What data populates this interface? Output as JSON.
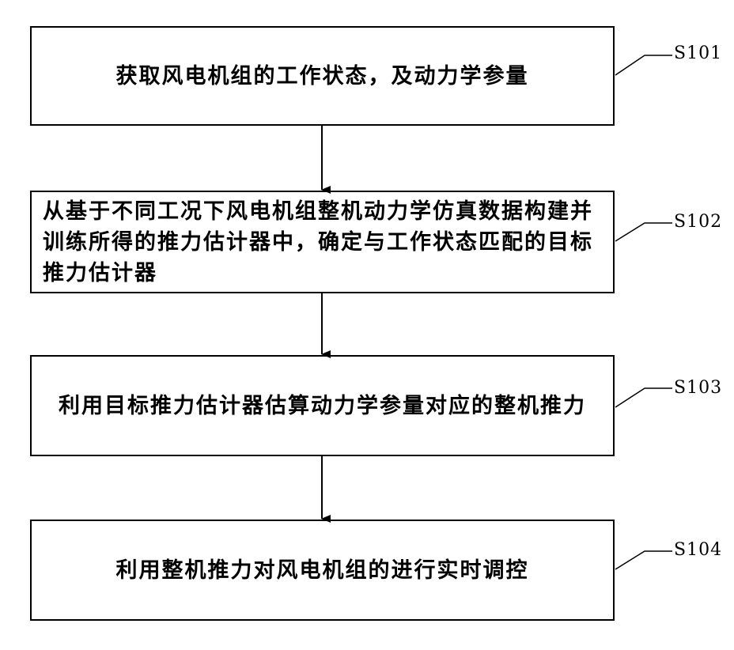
{
  "steps": [
    {
      "id": "S101",
      "text": "获取风电机组的工作状态，及动力学参量"
    },
    {
      "id": "S102",
      "text": "从基于不同工况下风电机组整机动力学仿真数据构建并训练所得的推力估计器中，确定与工作状态匹配的目标推力估计器"
    },
    {
      "id": "S103",
      "text": "利用目标推力估计器估算动力学参量对应的整机推力"
    },
    {
      "id": "S104",
      "text": "利用整机推力对风电机组的进行实时调控"
    }
  ]
}
